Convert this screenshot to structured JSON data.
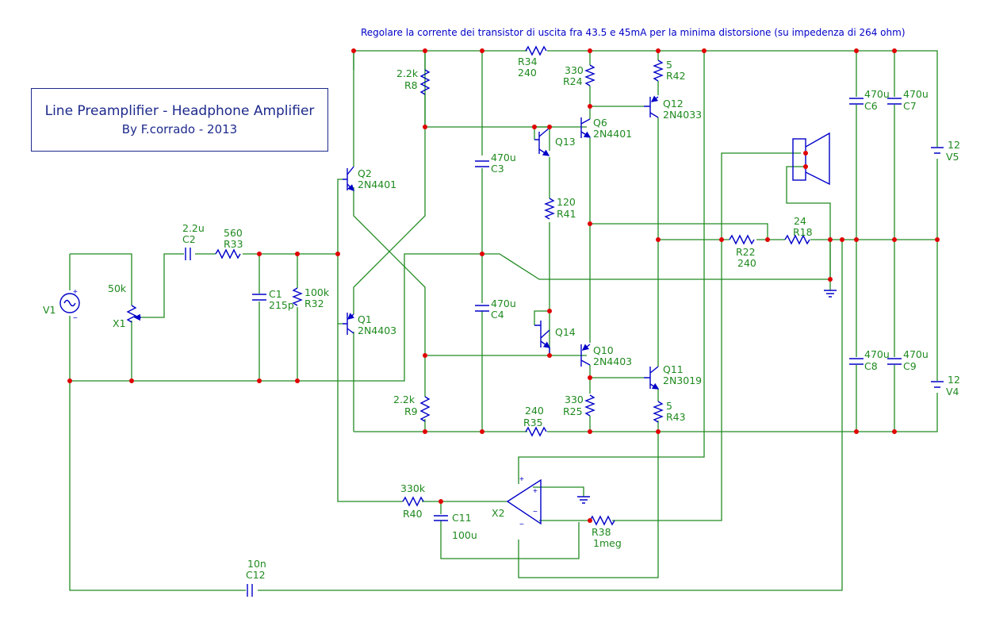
{
  "header": {
    "note": "Regolare la corrente dei transistor di uscita fra 43.5 e 45mA per la minima distorsione (su impedenza di 264 ohm)"
  },
  "title_box": {
    "title": "Line Preamplifier - Headphone Amplifier",
    "byline": "By F.corrado - 2013"
  },
  "components": {
    "V1": {
      "ref": "V1"
    },
    "X1": {
      "ref": "X1",
      "value": "50k"
    },
    "C2": {
      "ref": "C2",
      "value": "2.2u"
    },
    "R33": {
      "ref": "R33",
      "value": "560"
    },
    "C1": {
      "ref": "C1",
      "value": "215p"
    },
    "R32": {
      "ref": "R32",
      "value": "100k"
    },
    "Q2": {
      "ref": "Q2",
      "value": "2N4401"
    },
    "Q1": {
      "ref": "Q1",
      "value": "2N4403"
    },
    "R8": {
      "ref": "R8",
      "value": "2.2k"
    },
    "R9": {
      "ref": "R9",
      "value": "2.2k"
    },
    "C3": {
      "ref": "C3",
      "value": "470u"
    },
    "C4": {
      "ref": "C4",
      "value": "470u"
    },
    "R34": {
      "ref": "R34",
      "value": "240"
    },
    "R35": {
      "ref": "R35",
      "value": "240"
    },
    "R24": {
      "ref": "R24",
      "value": "330"
    },
    "R25": {
      "ref": "R25",
      "value": "330"
    },
    "Q13": {
      "ref": "Q13"
    },
    "Q14": {
      "ref": "Q14"
    },
    "R41": {
      "ref": "R41",
      "value": "120"
    },
    "Q6": {
      "ref": "Q6",
      "value": "2N4401"
    },
    "Q10": {
      "ref": "Q10",
      "value": "2N4403"
    },
    "R42": {
      "ref": "R42",
      "value": "5"
    },
    "R43": {
      "ref": "R43",
      "value": "5"
    },
    "Q12": {
      "ref": "Q12",
      "value": "2N4033"
    },
    "Q11": {
      "ref": "Q11",
      "value": "2N3019"
    },
    "R22": {
      "ref": "R22",
      "value": "240"
    },
    "R18": {
      "ref": "R18",
      "value": "24"
    },
    "C6": {
      "ref": "C6",
      "value": "470u"
    },
    "C7": {
      "ref": "C7",
      "value": "470u"
    },
    "C8": {
      "ref": "C8",
      "value": "470u"
    },
    "C9": {
      "ref": "C9",
      "value": "470u"
    },
    "V5": {
      "ref": "V5",
      "value": "12"
    },
    "V4": {
      "ref": "V4",
      "value": "12"
    },
    "R40": {
      "ref": "R40",
      "value": "330k"
    },
    "C11": {
      "ref": "C11",
      "value": "100u"
    },
    "X2": {
      "ref": "X2"
    },
    "R38": {
      "ref": "R38",
      "value": "1meg"
    },
    "C12": {
      "ref": "C12",
      "value": "10n"
    }
  },
  "colors": {
    "wire": "#228b22",
    "component": "#0000c8",
    "junction": "#e00000",
    "label": "#1f8a1f",
    "title": "#1e2a8c"
  }
}
